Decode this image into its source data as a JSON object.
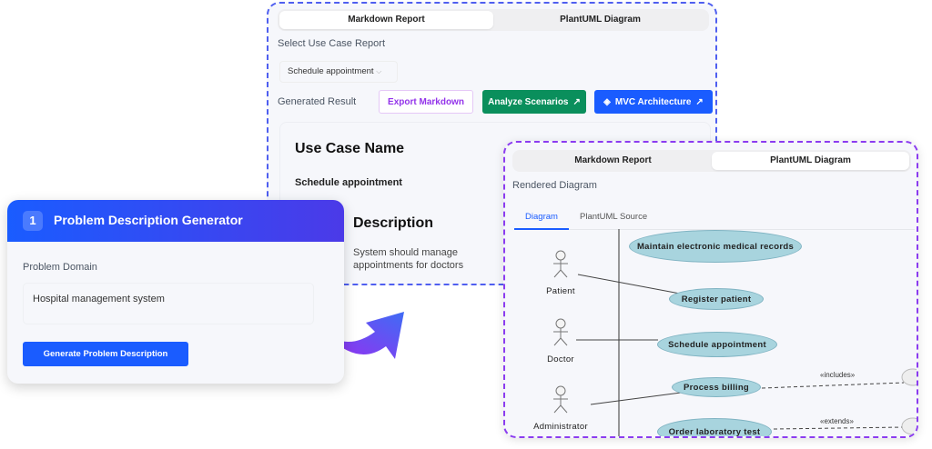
{
  "report_panel": {
    "tabs": [
      "Markdown Report",
      "PlantUML Diagram"
    ],
    "select_label": "Select Use Case Report",
    "select_value": "Schedule appointment",
    "generated_label": "Generated Result",
    "export_button": "Export Markdown",
    "analyze_button": "Analyze Scenarios",
    "mvc_button": "MVC Architecture",
    "heading1": "Use Case Name",
    "use_case_name": "Schedule appointment",
    "heading2": "Description",
    "description": "System should manage appointments for doctors"
  },
  "diagram_panel": {
    "tabs": [
      "Markdown Report",
      "PlantUML Diagram"
    ],
    "title": "Rendered Diagram",
    "subtabs": [
      "Diagram",
      "PlantUML Source"
    ],
    "actors": [
      "Patient",
      "Doctor",
      "Administrator"
    ],
    "use_cases": [
      "Maintain electronic medical records",
      "Register patient",
      "Schedule appointment",
      "Process billing",
      "Order laboratory test"
    ],
    "relations": [
      "«includes»",
      "«extends»"
    ]
  },
  "generator_card": {
    "step": "1",
    "title": "Problem Description Generator",
    "domain_label": "Problem Domain",
    "domain_value": "Hospital management system",
    "generate_button": "Generate Problem Description"
  },
  "colors": {
    "primary": "#1a5cff",
    "green": "#0a8f5c",
    "purple": "#9333ea",
    "usecase": "#a8d4de"
  }
}
